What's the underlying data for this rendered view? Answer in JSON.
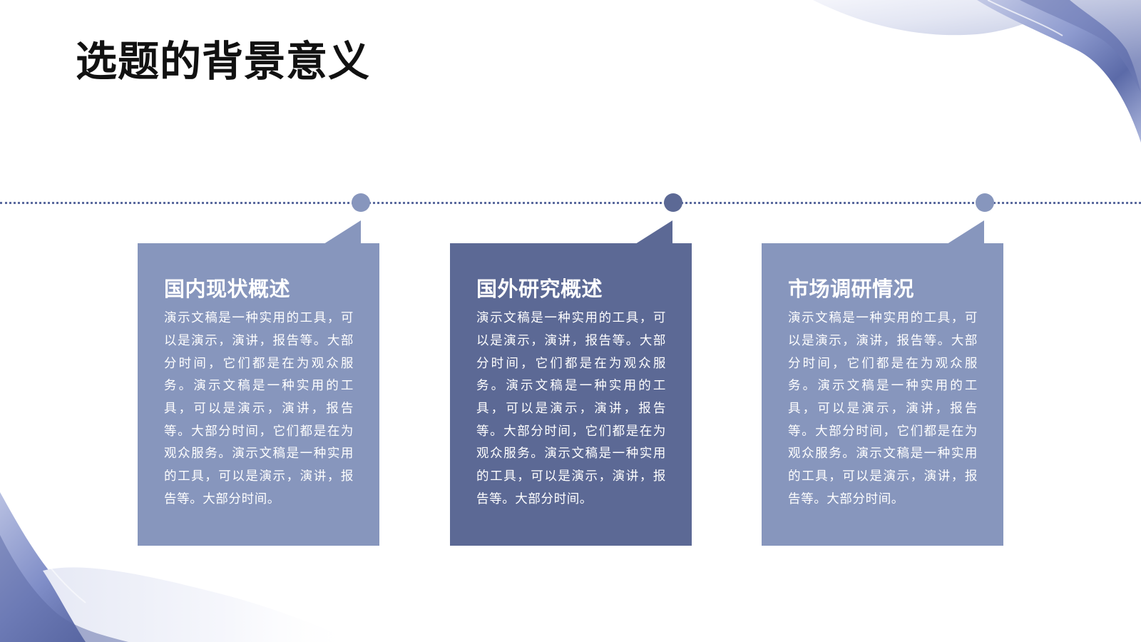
{
  "slide": {
    "title": "选题的背景意义"
  },
  "colors": {
    "accent_light": "#8796bd",
    "accent_dark": "#5c6995",
    "timeline": "#5a6a9e",
    "title_text": "#111111",
    "card_text": "#ffffff"
  },
  "cards": [
    {
      "title": "国内现状概述",
      "body": "演示文稿是一种实用的工具，可以是演示，演讲，报告等。大部分时间，它们都是在为观众服务。演示文稿是一种实用的工具，可以是演示，演讲，报告等。大部分时间，它们都是在为观众服务。演示文稿是一种实用的工具，可以是演示，演讲，报告等。大部分时间。",
      "variant": "light"
    },
    {
      "title": "国外研究概述",
      "body": "演示文稿是一种实用的工具，可以是演示，演讲，报告等。大部分时间，它们都是在为观众服务。演示文稿是一种实用的工具，可以是演示，演讲，报告等。大部分时间，它们都是在为观众服务。演示文稿是一种实用的工具，可以是演示，演讲，报告等。大部分时间。",
      "variant": "dark"
    },
    {
      "title": "市场调研情况",
      "body": "演示文稿是一种实用的工具，可以是演示，演讲，报告等。大部分时间，它们都是在为观众服务。演示文稿是一种实用的工具，可以是演示，演讲，报告等。大部分时间，它们都是在为观众服务。演示文稿是一种实用的工具，可以是演示，演讲，报告等。大部分时间。",
      "variant": "light"
    }
  ],
  "decorations": {
    "top_right": "silk-ribbon-decoration",
    "bottom_left": "silk-ribbon-decoration"
  }
}
